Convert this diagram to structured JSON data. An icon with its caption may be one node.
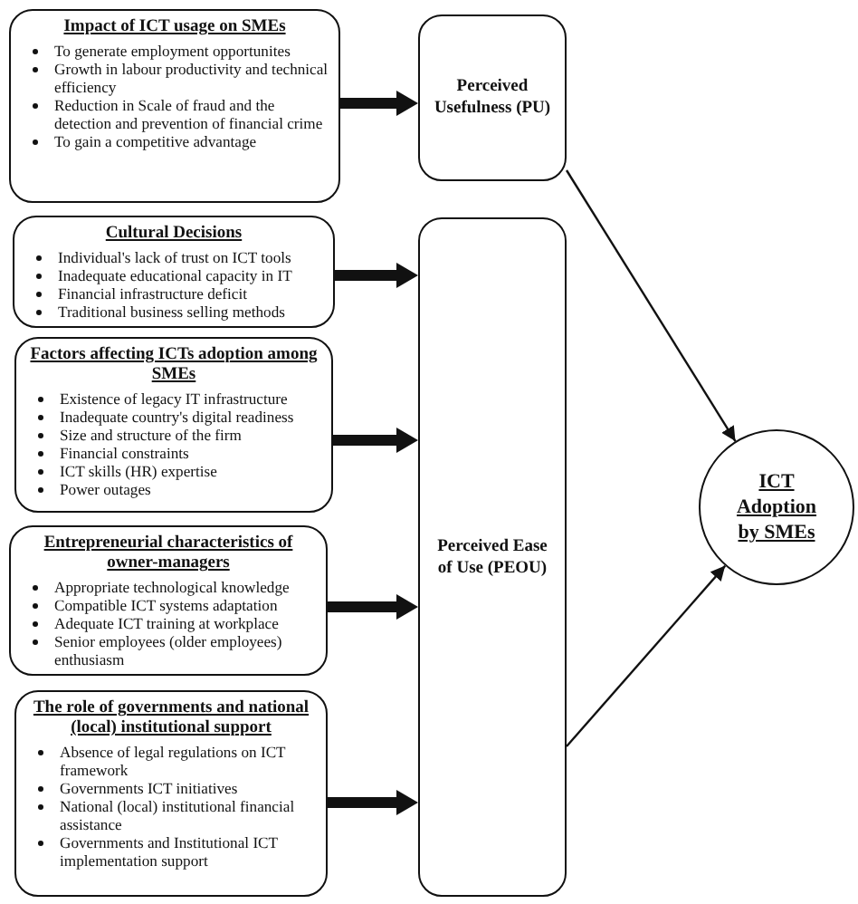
{
  "diagram": {
    "nodes": [
      {
        "text": [
          "Impact of ICT usage on SMEs",
          "To generate employment opportunites",
          "Growth in labour productivity and technical efficiency",
          "Reduction in Scale of fraud and the detection and prevention of financial crime",
          "To gain a competitive advantage"
        ]
      },
      {
        "text": [
          "Cultural Decisions",
          "Individual's lack of trust on ICT tools",
          "Inadequate educational capacity in IT",
          "Financial infrastructure deficit",
          "Traditional business selling methods"
        ]
      },
      {
        "text": [
          "Factors affecting ICTs adoption among SMEs",
          "Existence of legacy IT infrastructure",
          "Inadequate country's digital readiness",
          "Size and structure of the firm",
          "Financial constraints",
          "ICT skills (HR) expertise",
          "Power outages"
        ]
      },
      {
        "text": [
          "Entrepreneurial characteristics of owner-managers",
          "Appropriate technological knowledge",
          "Compatible ICT systems adaptation",
          "Adequate ICT training at workplace",
          "Senior employees (older employees) enthusiasm"
        ]
      },
      {
        "text": [
          "The role of governments and national (local) institutional support",
          "Absence of legal regulations on ICT framework",
          "Governments ICT initiatives",
          "National (local) institutional financial assistance",
          "Governments and Institutional ICT implementation support"
        ]
      },
      {
        "text": [
          "Perceived Usefulness (PU)"
        ]
      },
      {
        "text": [
          "Perceived Ease of Use (PEOU)"
        ]
      },
      {
        "text": [
          "ICT Adoption by SMEs"
        ]
      }
    ],
    "edges": [
      {
        "from": 0,
        "to": 5,
        "arrow": "to"
      },
      {
        "from": 1,
        "to": 6,
        "arrow": "to"
      },
      {
        "from": 2,
        "to": 6,
        "arrow": "to"
      },
      {
        "from": 3,
        "to": 6,
        "arrow": "to"
      },
      {
        "from": 4,
        "to": 6,
        "arrow": "to"
      },
      {
        "from": 5,
        "to": 7,
        "arrow": "to"
      },
      {
        "from": 6,
        "to": 7,
        "arrow": "to"
      }
    ]
  }
}
